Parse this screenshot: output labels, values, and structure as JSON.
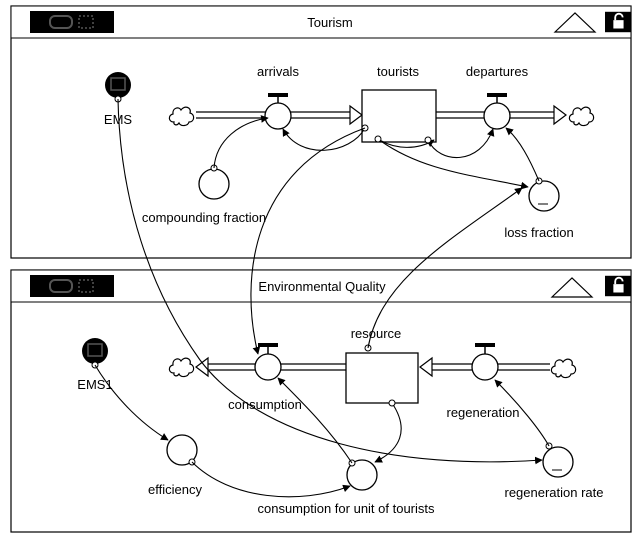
{
  "sectors": {
    "tourism": {
      "title": "Tourism"
    },
    "environment": {
      "title": "Environmental Quality"
    }
  },
  "variables": {
    "ems": "EMS",
    "arrivals": "arrivals",
    "tourists": "tourists",
    "departures": "departures",
    "compounding_fraction": "compounding fraction",
    "loss_fraction": "loss fraction",
    "ems1": "EMS1",
    "resource": "resource",
    "consumption": "consumption",
    "regeneration": "regeneration",
    "efficiency": "efficiency",
    "consumption_per_tourist": "consumption for unit of tourists",
    "regeneration_rate": "regeneration rate"
  },
  "icons": {
    "sector_nav": "sector-nav-icon",
    "collapse": "collapse-triangle-icon",
    "lock": "lock-icon",
    "cloud": "cloud-icon",
    "valve": "valve-icon"
  }
}
